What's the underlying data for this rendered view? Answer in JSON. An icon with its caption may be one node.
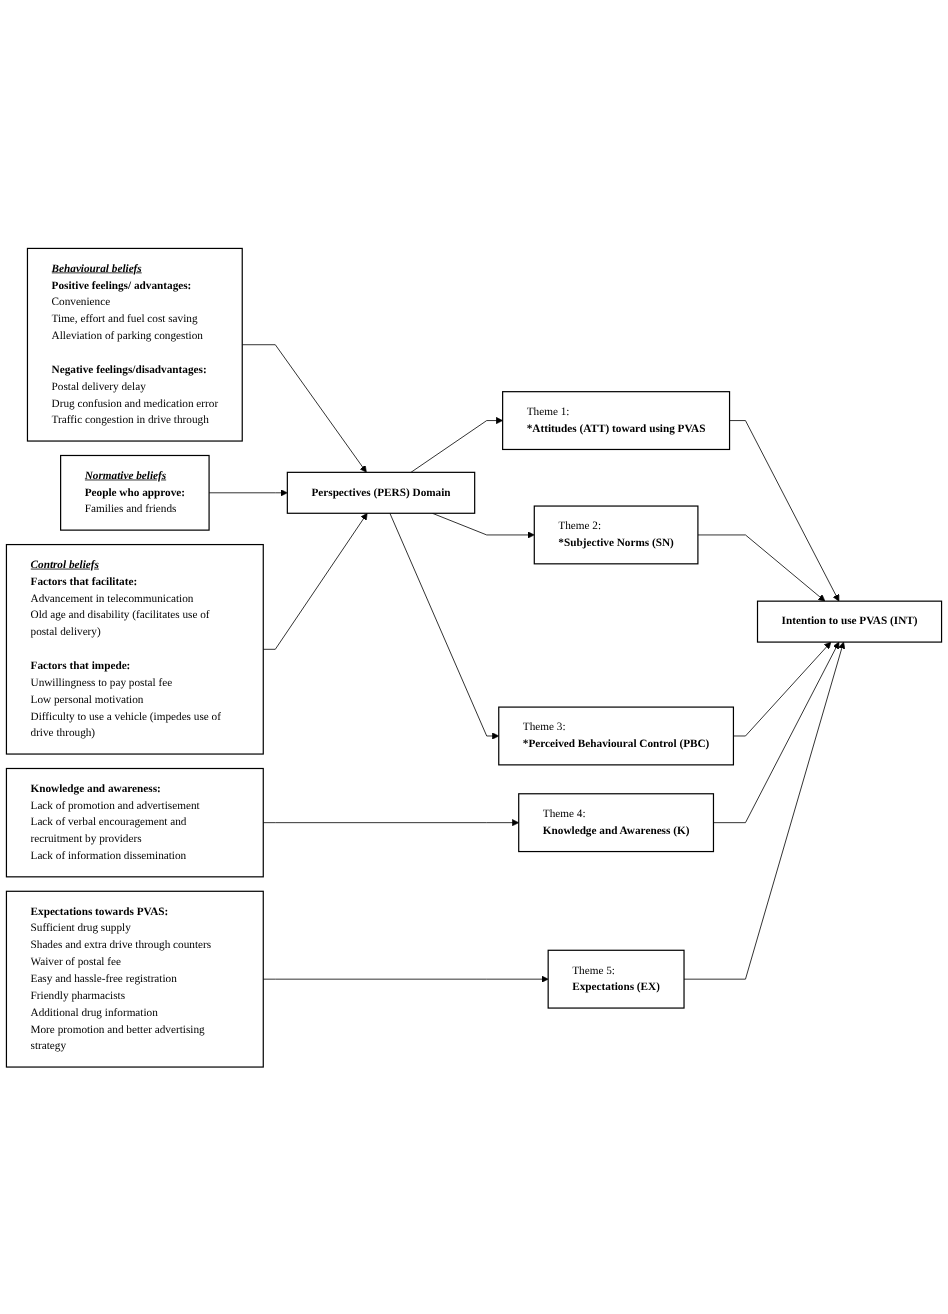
{
  "diagram": {
    "nodes": [
      {
        "text": [
          "Behavioural beliefs",
          "Positive feelings/ advantages:",
          "Convenience",
          "Time, effort and fuel cost saving",
          "Alleviation of parking congestion",
          "Negative feelings/disadvantages:",
          "Postal delivery delay",
          "Drug confusion and medication error",
          "Traffic congestion in drive through"
        ]
      },
      {
        "text": [
          "Normative beliefs",
          "People who approve:",
          "Families and friends"
        ]
      },
      {
        "text": [
          "Control beliefs",
          "Factors that facilitate:",
          "Advancement in telecommunication",
          "Old age and disability (facilitates use of postal delivery)",
          "Factors that impede:",
          "Unwillingness to pay postal fee",
          "Low personal motivation",
          "Difficulty to use a vehicle (impedes use of drive through)"
        ]
      },
      {
        "text": [
          "Knowledge and awareness:",
          "Lack of promotion and advertisement",
          "Lack of verbal encouragement and recruitment by providers",
          "Lack of information dissemination"
        ]
      },
      {
        "text": [
          "Expectations towards PVAS:",
          "Sufficient drug supply",
          "Shades and extra drive through counters",
          "Waiver of postal fee",
          "Easy and hassle-free registration",
          "Friendly pharmacists",
          "Additional drug information",
          "More promotion and better advertising strategy"
        ]
      },
      {
        "text": [
          "Perspectives (PERS) Domain"
        ]
      },
      {
        "text": [
          "Theme 1:",
          "*Attitudes (ATT) toward using PVAS"
        ]
      },
      {
        "text": [
          "Theme 2:",
          "*Subjective Norms (SN)"
        ]
      },
      {
        "text": [
          "Theme 3:",
          "*Perceived Behavioural Control (PBC)"
        ]
      },
      {
        "text": [
          "Theme 4:",
          "Knowledge and Awareness (K)"
        ]
      },
      {
        "text": [
          "Theme 5:",
          "Expectations (EX)"
        ]
      },
      {
        "text": [
          "Intention to use PVAS (INT)"
        ]
      }
    ],
    "edges": [
      {
        "from": 0,
        "to": 5,
        "arrow": "to"
      },
      {
        "from": 1,
        "to": 5,
        "arrow": "to"
      },
      {
        "from": 2,
        "to": 5,
        "arrow": "to"
      },
      {
        "from": 5,
        "to": 6,
        "arrow": "to"
      },
      {
        "from": 5,
        "to": 7,
        "arrow": "to"
      },
      {
        "from": 5,
        "to": 8,
        "arrow": "to"
      },
      {
        "from": 3,
        "to": 9,
        "arrow": "to"
      },
      {
        "from": 4,
        "to": 10,
        "arrow": "to"
      },
      {
        "from": 6,
        "to": 11,
        "arrow": "to"
      },
      {
        "from": 7,
        "to": 11,
        "arrow": "to"
      },
      {
        "from": 8,
        "to": 11,
        "arrow": "to"
      },
      {
        "from": 9,
        "to": 11,
        "arrow": "to"
      },
      {
        "from": 10,
        "to": 11,
        "arrow": "to"
      }
    ]
  }
}
